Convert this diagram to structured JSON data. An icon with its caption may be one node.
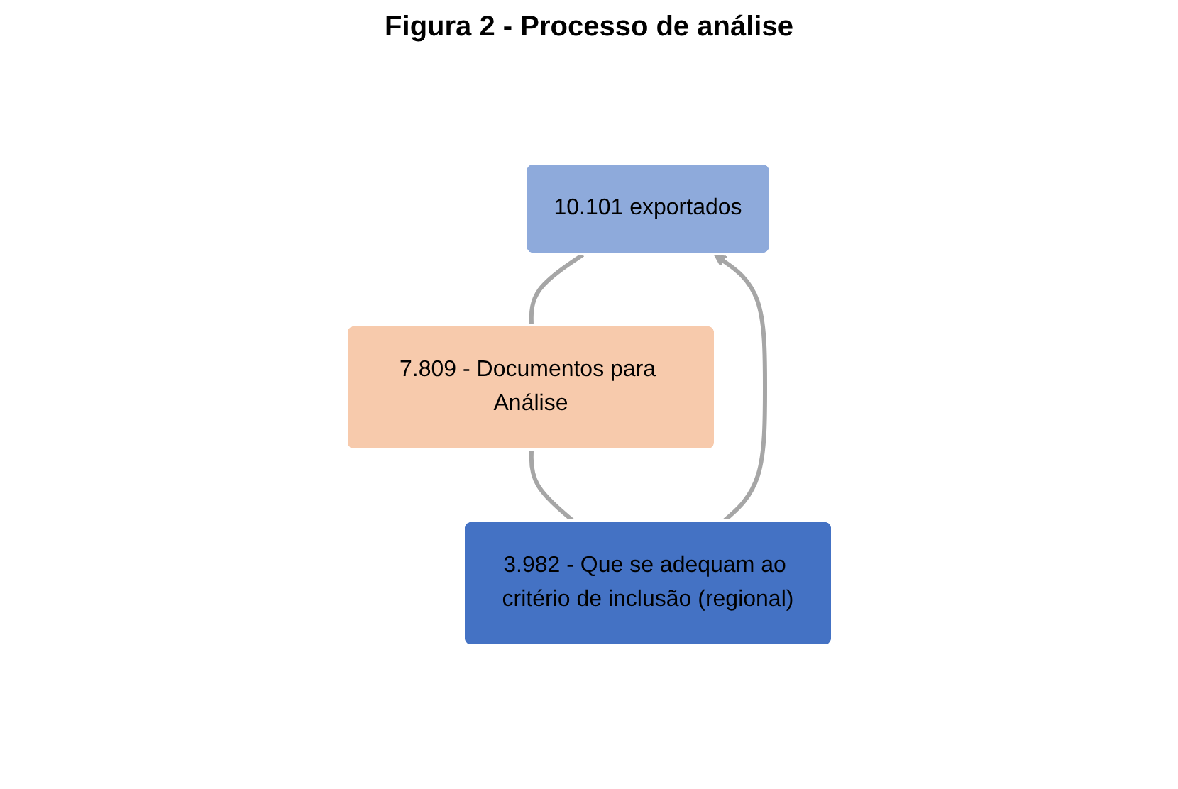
{
  "diagram": {
    "title": "Figura 2 - Processo de análise",
    "nodes": [
      {
        "text": [
          "10.101 exportados"
        ]
      },
      {
        "text": [
          "7.809 - Documentos para Análise"
        ]
      },
      {
        "text": [
          "3.982 - Que se adequam ao critério de inclusão (regional)"
        ]
      }
    ],
    "edges": [
      {
        "from": 0,
        "to": 1,
        "arrow": "none"
      },
      {
        "from": 1,
        "to": 2,
        "arrow": "none"
      },
      {
        "from": 2,
        "to": 0,
        "arrow": "to"
      }
    ]
  }
}
